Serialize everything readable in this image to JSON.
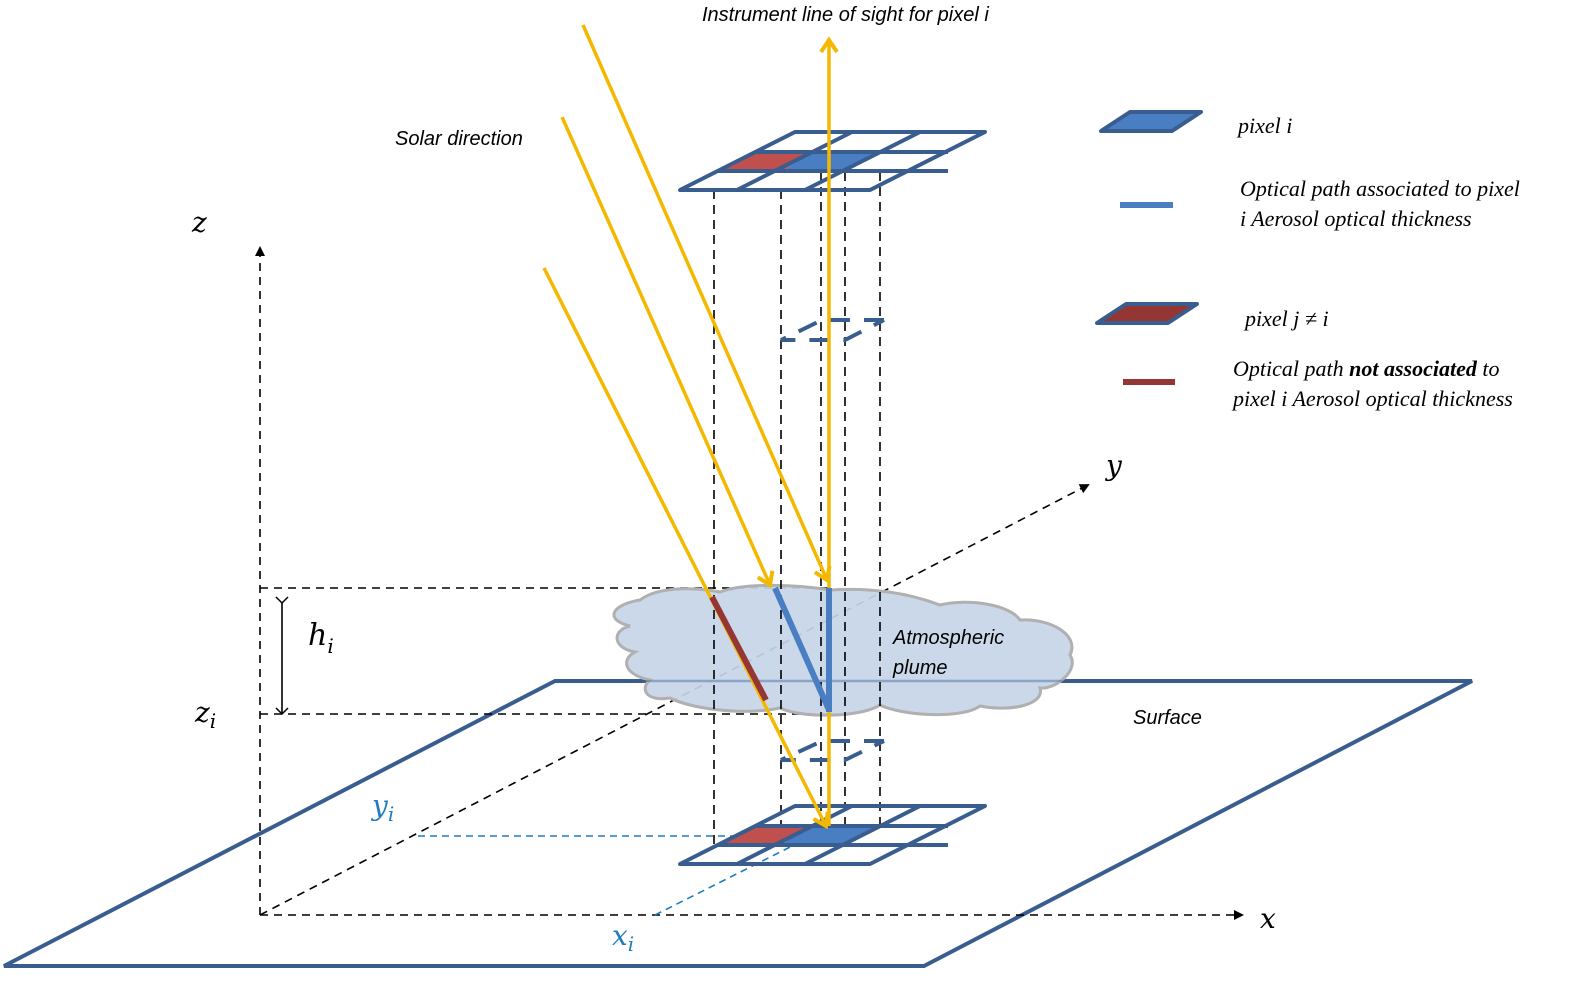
{
  "title": "Instrument line of sight for pixel i",
  "labels": {
    "solar_direction": "Solar direction",
    "line_of_sight": "Instrument line of sight for pixel i",
    "plume_line1": "Atmospheric",
    "plume_line2": "plume",
    "surface": "Surface"
  },
  "axes": {
    "x": "x",
    "y": "y",
    "z": "z",
    "z_i_base": "z",
    "z_i_sub": "i",
    "h_i_base": "h",
    "h_i_sub": "i",
    "x_i_base": "x",
    "x_i_sub": "i",
    "y_i_base": "y",
    "y_i_sub": "i"
  },
  "legend": [
    {
      "symbol": "pixel-i-swatch",
      "lines": [
        "pixel i"
      ]
    },
    {
      "symbol": "blue-path-line",
      "lines": [
        "Optical path associated to pixel",
        "i Aerosol optical thickness"
      ]
    },
    {
      "symbol": "pixel-j-swatch",
      "lines": [
        "pixel j  ≠ i"
      ]
    },
    {
      "symbol": "red-path-line",
      "lines_rich": [
        {
          "normal": "Optical path ",
          "bold": "not associated",
          "rest": " to"
        },
        {
          "normal": "pixel i Aerosol optical thickness"
        }
      ]
    }
  ],
  "colors": {
    "grid_blue": "#3A5D8F",
    "pixel_i": "#4A7EC2",
    "pixel_j": "#C0504D",
    "path_i": "#4A7EC2",
    "path_j": "#943634",
    "sun_ray": "#F5B800",
    "plume_fill": "#C5D5E8",
    "plume_stroke": "#B0B0B0",
    "coord_blue": "#1F7CC1"
  }
}
